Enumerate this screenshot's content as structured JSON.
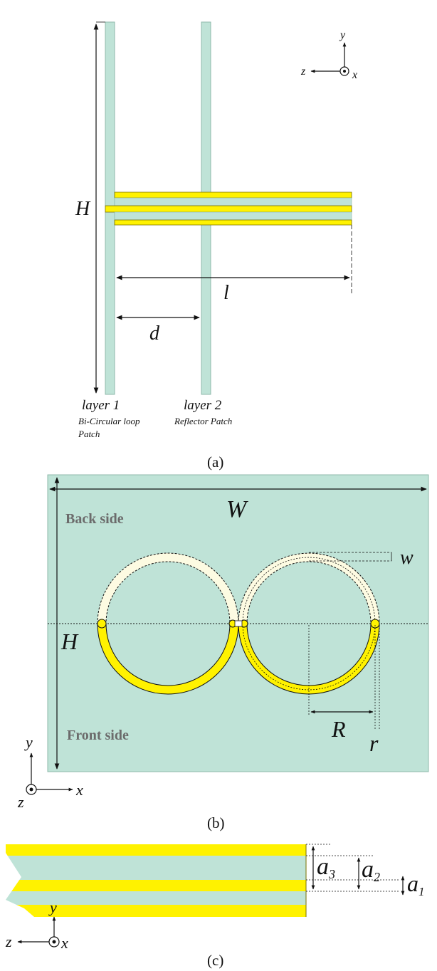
{
  "colors": {
    "substrate": "#bfe3d7",
    "substrate_edge": "#8fb9ab",
    "conductor": "#fff200",
    "conductor_edge": "#7a7000",
    "back_conductor": "#fdfbe2"
  },
  "panel_a": {
    "axis": {
      "y": "y",
      "z": "z",
      "x": "x"
    },
    "dims": {
      "H": "H",
      "l": "l",
      "d": "d"
    },
    "layer1": {
      "name": "layer 1",
      "desc_line1": "Bi-Circular loop",
      "desc_line2": "Patch"
    },
    "layer2": {
      "name": "layer 2",
      "desc": "Reflector Patch"
    },
    "caption": "(a)"
  },
  "panel_b": {
    "dims": {
      "W": "W",
      "H": "H",
      "w": "w",
      "R": "R",
      "r": "r"
    },
    "back_side": "Back side",
    "front_side": "Front side",
    "axis": {
      "y": "y",
      "x": "x",
      "z": "z"
    },
    "caption": "(b)"
  },
  "panel_c": {
    "dims": {
      "a3_main": "a",
      "a3_sub": "3",
      "a2_main": "a",
      "a2_sub": "2",
      "a1_main": "a",
      "a1_sub": "1"
    },
    "axis": {
      "y": "y",
      "z": "z",
      "x": "x"
    },
    "caption": "(c)"
  }
}
